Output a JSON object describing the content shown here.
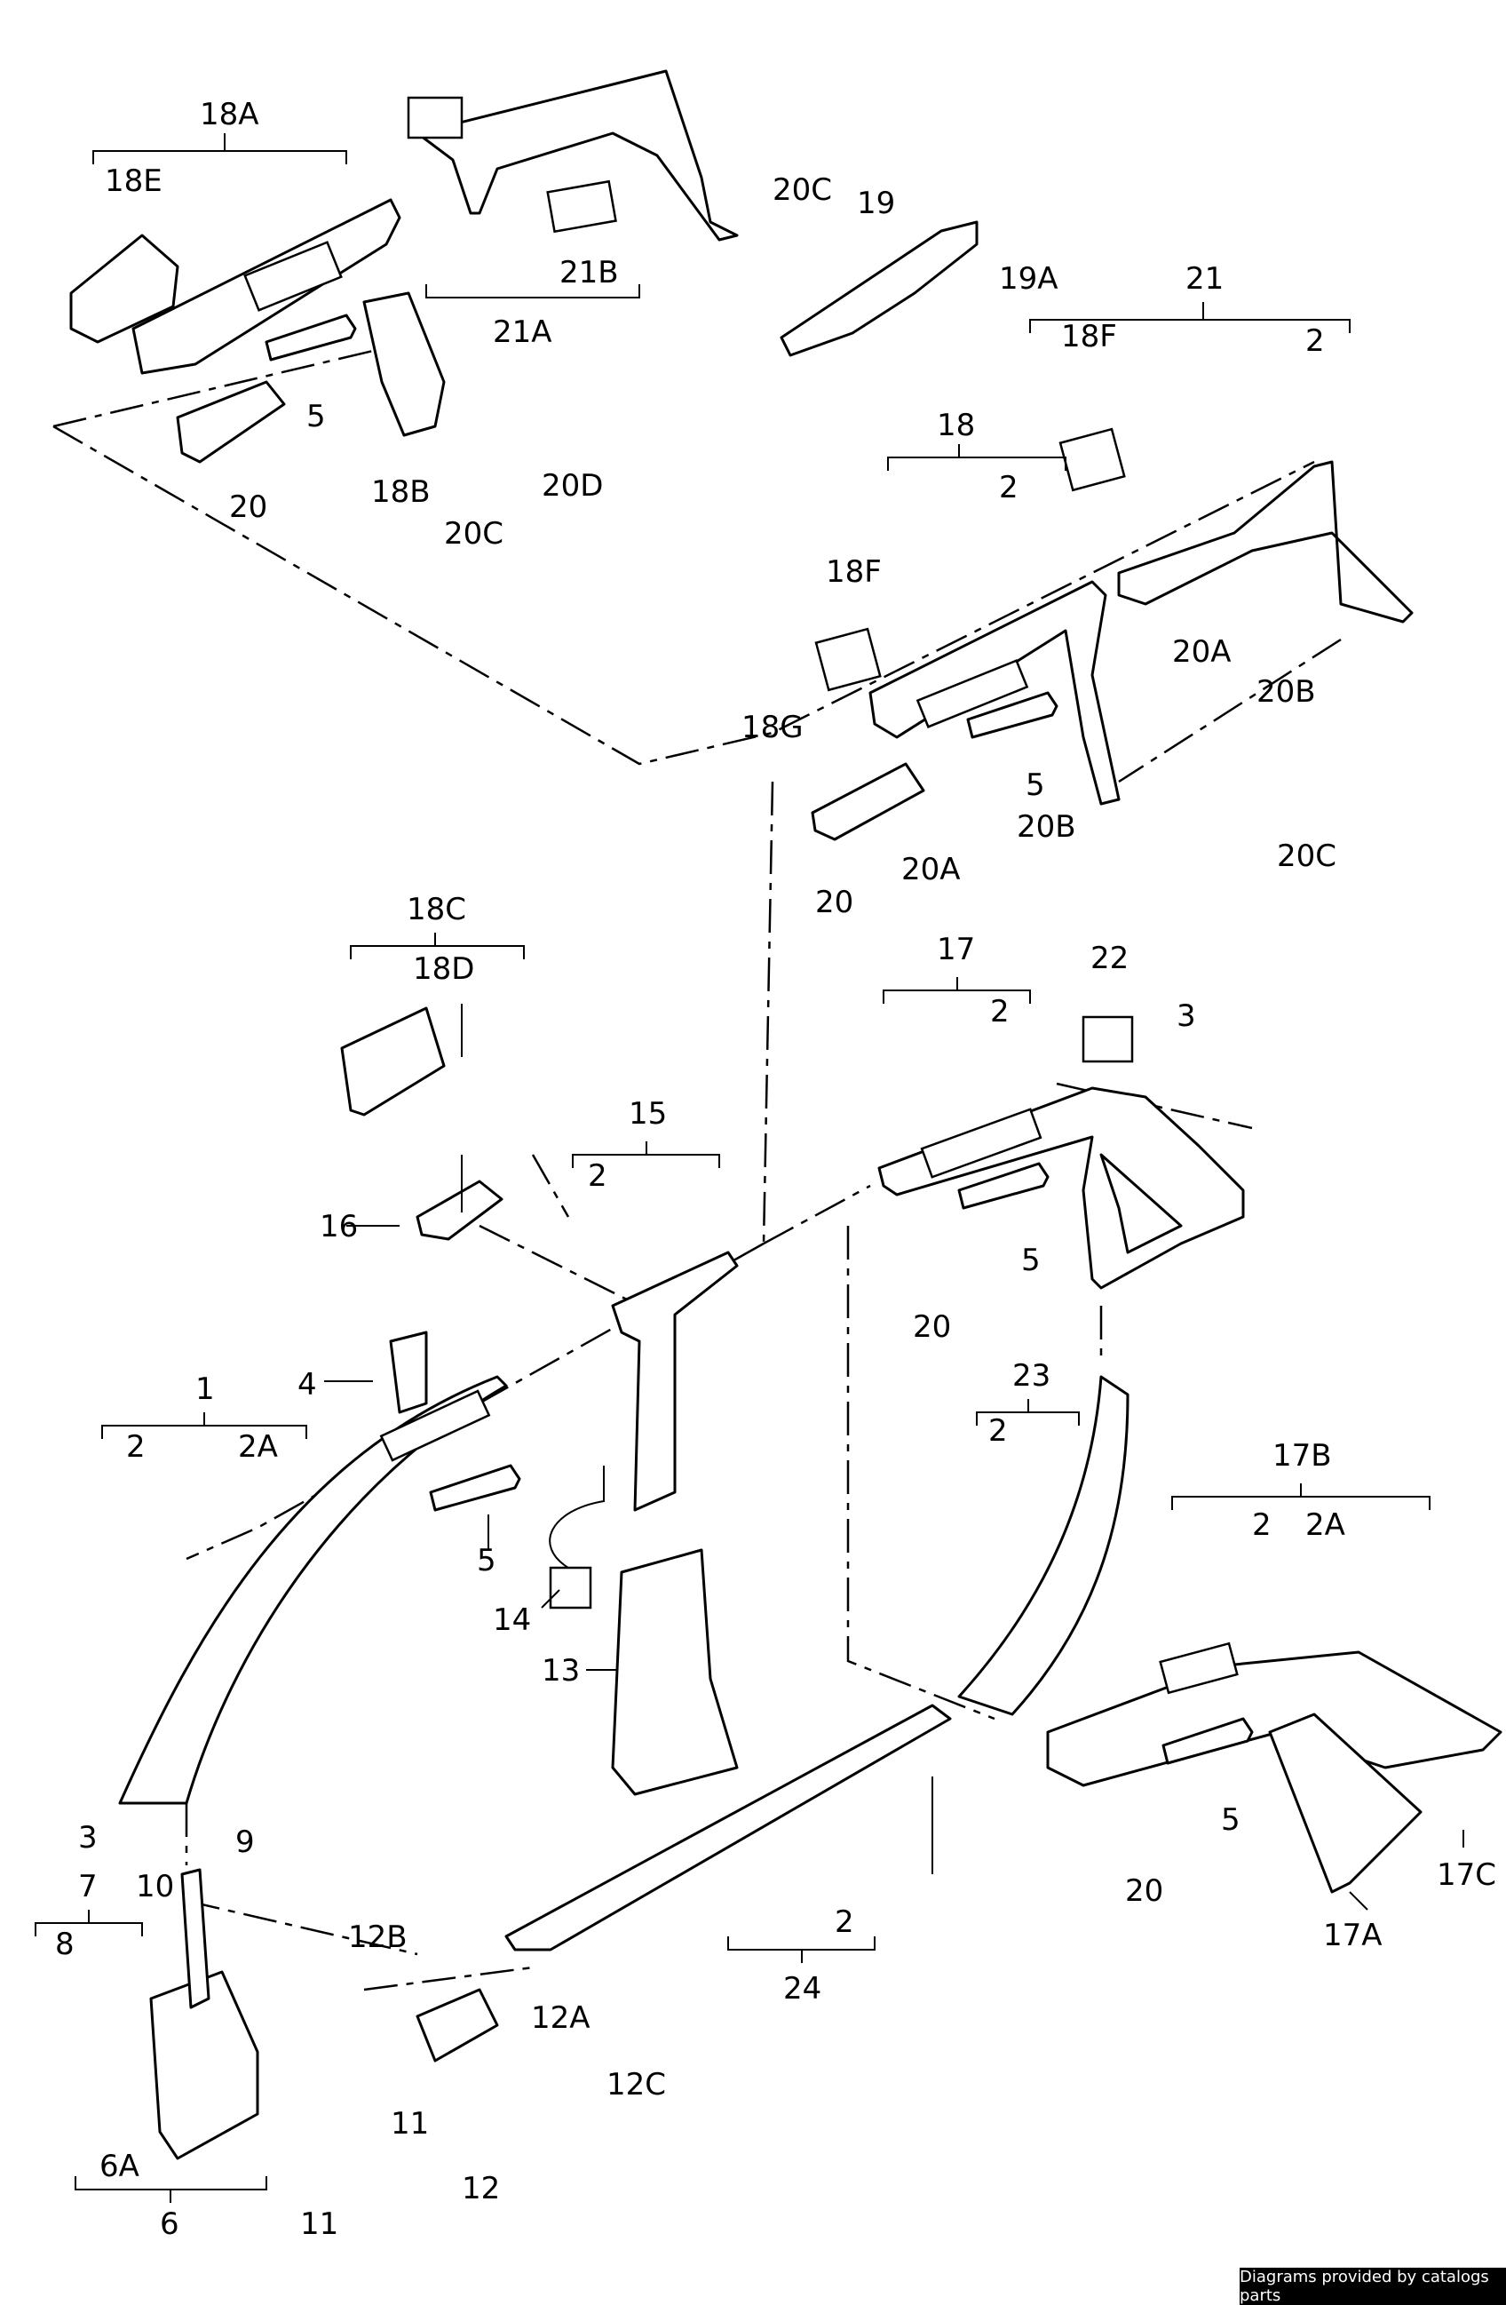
{
  "labels": {
    "p18A": "18A",
    "p18E": "18E",
    "p21A": "21A",
    "p21B": "21B",
    "p20C": "20C",
    "p19": "19",
    "p19A": "19A",
    "p21": "21",
    "p18F": "18F",
    "p2": "2",
    "p5": "5",
    "p18B": "18B",
    "p20": "20",
    "p20D": "20D",
    "p18": "18",
    "p18G": "18G",
    "p20A": "20A",
    "p20B": "20B",
    "p18C": "18C",
    "p18D": "18D",
    "p15": "15",
    "p16": "16",
    "p17": "17",
    "p22": "22",
    "p3": "3",
    "p1": "1",
    "p2A": "2A",
    "p4": "4",
    "p14": "14",
    "p13": "13",
    "p23": "23",
    "p17B": "17B",
    "p9": "9",
    "p10": "10",
    "p12B": "12B",
    "p7": "7",
    "p8": "8",
    "p12A": "12A",
    "p12C": "12C",
    "p6A": "6A",
    "p11": "11",
    "p12": "12",
    "p6": "6",
    "p24": "24",
    "p17C": "17C",
    "p17A": "17A"
  },
  "credit": "Diagrams provided by catalogs parts"
}
